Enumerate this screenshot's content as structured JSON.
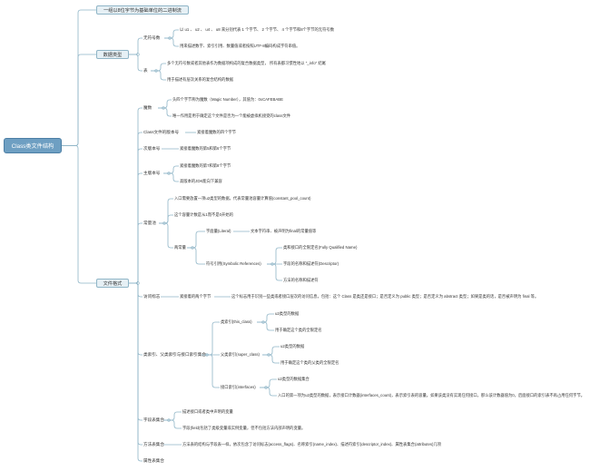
{
  "colors": {
    "line": "#8fb5c7",
    "root_bg": "#6e9fc2",
    "box_bg": "#e6f0f5",
    "text": "#333333"
  },
  "root": "Class类文件结构",
  "branches": {
    "intro": "一组以8位字节为基础单位的二进制流",
    "data_types": {
      "label": "数据类型",
      "unsigned": {
        "label": "无符号数",
        "desc1": "以 u1 、 u2 、 u4 、 u8 来分别代表 1 个字节、 2 个字节、 4 个字节和8个字节的无符号数",
        "desc2": "用来描述数字、索引引用、数量值或者按照UTF-8编码构成字符串值。"
      },
      "table": {
        "label": "表",
        "desc1": "多个无符号数或者其他表作为数据项构成的复合数据类型， 所有表都习惯性地以 \"_info\" 结尾",
        "desc2": "用于描述有层次关系的复合结构的数据"
      }
    },
    "file_format": {
      "label": "文件格式",
      "magic": {
        "label": "魔数",
        "desc1": "头四个字节称为魔数（Magic Number），其值为：0xCAFEBABE",
        "desc2": "唯一作用是用于确定这个文件是否为一个能被虚拟机接受的class文件"
      },
      "class_version": {
        "label": "Class文件的版本号",
        "desc": "紧接着魔数的四个字节"
      },
      "minor": {
        "label": "次版本号",
        "desc": "紧接着魔数的第5和第6个字节"
      },
      "major": {
        "label": "主版本号",
        "desc1": "紧接着魔数的第7和第8个字节",
        "desc2": "高版本的JDK能向下兼容"
      },
      "constant_pool": {
        "label": "常量池",
        "desc1": "入口需要放置一项u2类型的数据，代表常量池容量计算值(constant_pool_count)",
        "desc2": "这个容量计数是从1而不是0开始的",
        "kinds": {
          "label": "两常量",
          "literal": {
            "label": "字面量(Literal)",
            "desc": "文本字符串、被声明为final的常量值等"
          },
          "symbolic": {
            "label": "符号引用(Symbolic References)",
            "items": [
              "类和接口的全限定名(Fully Qualified Name)",
              "字段的名称和描述符(Descriptor)",
              "方法的名称和描述符"
            ]
          }
        }
      },
      "access_flags": {
        "label": "访问标志",
        "desc1": "紧接着的两个字节",
        "desc2": "这个标志用于识别一些类或者接口层次的访问信息，包括：这个 Class 是类还是接口；是否定义为 public 类型；是否定义为 abstract 类型；如果是类的话，是否被声明为 final 等。"
      },
      "indexes": {
        "label": "类索引、父类索引与接口索引集合",
        "this_class": {
          "label": "类索引(this_class)",
          "desc1": "u2类型的数据",
          "desc2": "用于确定这个类的全限定名"
        },
        "super_class": {
          "label": "父类索引(super_class)",
          "desc1": "u2类型的数据",
          "desc2": "用于确定这个类的父类的全限定名"
        },
        "interfaces": {
          "label": "接口索引(interfaces)",
          "desc1": "u2类型的数据集合",
          "desc2": "入口的第一项为u2类型的数据，表示接口计数器(interfaces_count)，表示索引表的容量。如果该类没有实现任何接口，那么该计数器值为0，后面接口的索引表不再占用任何字节。"
        }
      },
      "field_table": {
        "label": "字段表集合",
        "desc1": "描述接口或者类中声明的变量",
        "desc2": "字段(field)包括了类级变量或实例变量，但不包括方法内部声明的变量。"
      },
      "method_table": {
        "label": "方法表集合",
        "desc": "方法表的结构与字段表一样，依次包含了访问标志(access_flags)、名称索引(name_index)、描述符索引(descriptor_index)、属性表集合(attributes)几项"
      },
      "attribute_table": {
        "label": "属性表集合"
      }
    }
  }
}
